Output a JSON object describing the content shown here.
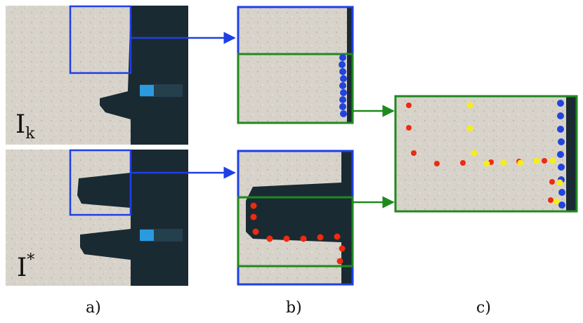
{
  "labels": {
    "panel_a": "a)",
    "panel_b": "b)",
    "panel_c": "c)",
    "img_top_base": "I",
    "img_top_sub": "k",
    "img_bottom_base": "I",
    "img_bottom_sup": "*"
  },
  "colors": {
    "crop_box": "#1f3fe6",
    "roi_box": "#1e8a1e",
    "arrow_blue": "#1f3fe6",
    "arrow_green": "#1e8a1e",
    "current_points": "#2244dd",
    "target_points": "#ee2a10",
    "matched_points": "#f5ee1a",
    "sand": "#d6d0c6",
    "tool": "#1a2a33",
    "blue_marker": "#2a9be0"
  }
}
